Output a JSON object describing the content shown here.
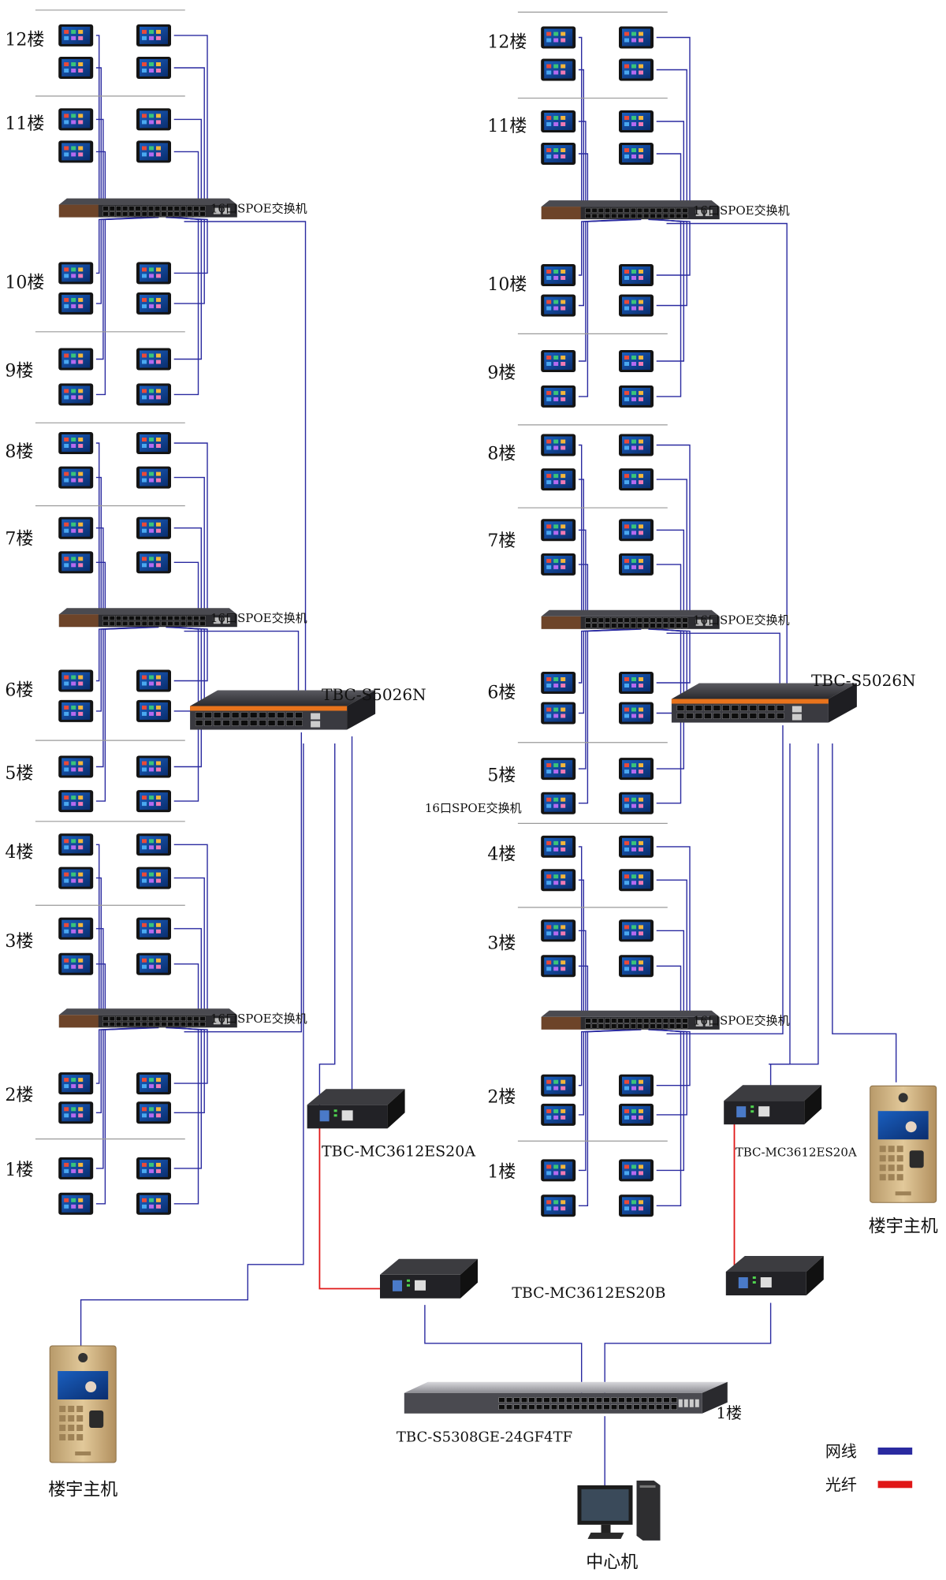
{
  "colors": {
    "network": "#2a2aa0",
    "fiber": "#e01818",
    "divider": "#9a9a9a",
    "switch_port_orange": "#e8731c"
  },
  "floors": [
    "12楼",
    "11楼",
    "10楼",
    "9楼",
    "8楼",
    "7楼",
    "6楼",
    "5楼",
    "4楼",
    "3楼",
    "2楼",
    "1楼"
  ],
  "labels": {
    "floor_switch": "16口SPOE交换机",
    "aggregation_switch": "TBC-S5026N",
    "converter_a": "TBC-MC3612ES20A",
    "converter_b": "TBC-MC3612ES20B",
    "core_switch": "TBC-S5308GE-24GF4TF",
    "core_floor": "1楼",
    "building_host": "楼宇主机",
    "center": "中心机"
  },
  "legend": [
    {
      "label": "网线",
      "color": "#2a2aa0"
    },
    {
      "label": "光纤",
      "color": "#e01818"
    }
  ]
}
